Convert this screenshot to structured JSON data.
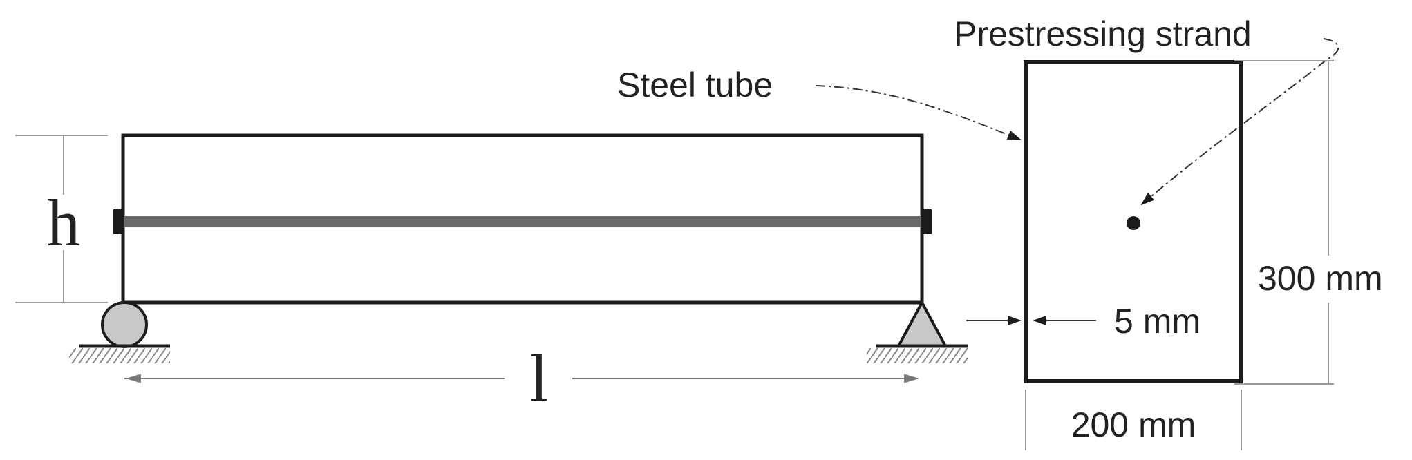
{
  "labels": {
    "height_symbol": "h",
    "length_symbol": "l",
    "steel_tube": "Steel tube",
    "prestressing_strand": "Prestressing strand",
    "tube_thickness": "5 mm",
    "section_height": "300 mm",
    "section_width": "200 mm"
  },
  "colors": {
    "outline": "#1c1c1c",
    "strand": "#6a6a6a",
    "support_fill": "#c8c8c8",
    "dimension_line": "#9a9a9a"
  }
}
